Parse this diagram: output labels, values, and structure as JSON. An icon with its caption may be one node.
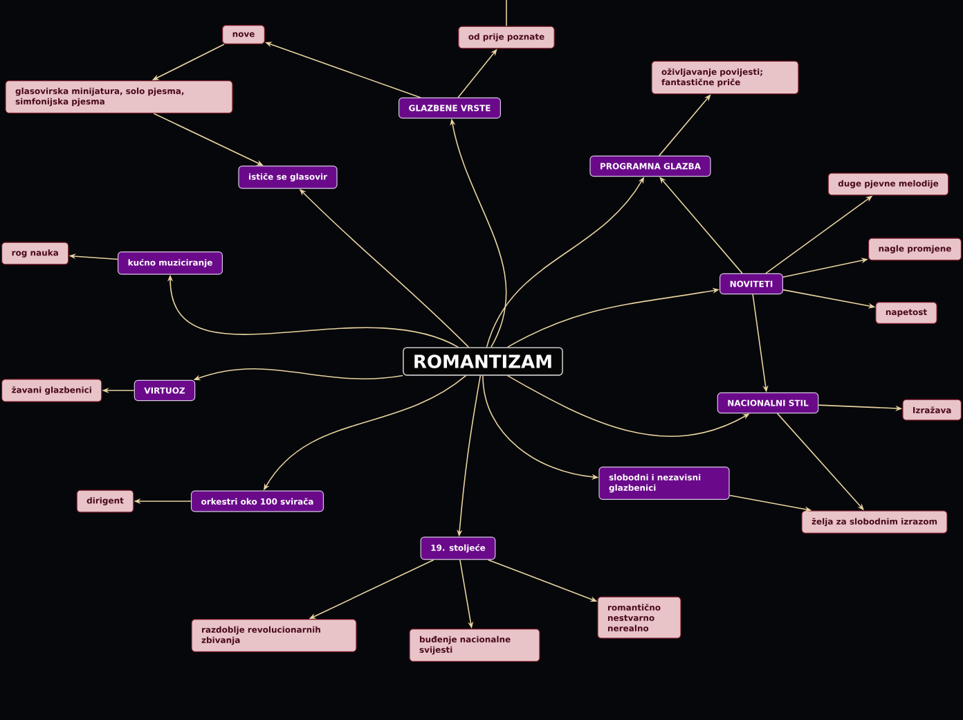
{
  "diagram": {
    "nodes": [
      {
        "text": [
          "ROMANTIZAM"
        ]
      },
      {
        "text": [
          "GLAZBENE VRSTE"
        ]
      },
      {
        "text": [
          "od prije poznate"
        ]
      },
      {
        "text": [
          "nove"
        ]
      },
      {
        "text": [
          "glasovirska minijatura, solo pjesma, simfonijska pjesma"
        ]
      },
      {
        "text": [
          "ističe se glasovir"
        ]
      },
      {
        "text": [
          "PROGRAMNA GLAZBA"
        ]
      },
      {
        "text": [
          "oživljavanje povijesti; fantastične priče"
        ]
      },
      {
        "text": [
          "NOVITETI"
        ]
      },
      {
        "text": [
          "duge pjevne melodije"
        ]
      },
      {
        "text": [
          "nagle promjene"
        ]
      },
      {
        "text": [
          "napetost"
        ]
      },
      {
        "text": [
          "kućno muziciranje"
        ]
      },
      {
        "text": [
          "rog nauka"
        ]
      },
      {
        "text": [
          "VIRTUOZ"
        ]
      },
      {
        "text": [
          "žavani glazbenici"
        ]
      },
      {
        "text": [
          "NACIONALNI STIL"
        ]
      },
      {
        "text": [
          "Izražava"
        ]
      },
      {
        "text": [
          "slobodni i nezavisni glazbenici"
        ]
      },
      {
        "text": [
          "želja za slobodnim izrazom"
        ]
      },
      {
        "text": [
          "orkestri oko 100 svirača"
        ]
      },
      {
        "text": [
          "dirigent"
        ]
      },
      {
        "text": [
          "19. stoljeće"
        ]
      },
      {
        "text": [
          "razdoblje revolucionarnih zbivanja"
        ]
      },
      {
        "text": [
          "buđenje nacionalne svijesti"
        ]
      },
      {
        "text": [
          "romantično nestvarno nerealno"
        ]
      }
    ],
    "edges": [
      {
        "from": 0,
        "to": 1,
        "arrow": "to"
      },
      {
        "from": 1,
        "to": 2,
        "arrow": "to"
      },
      {
        "from": 2,
        "to": null,
        "arrow": "none"
      },
      {
        "from": 1,
        "to": 3,
        "arrow": "to"
      },
      {
        "from": 3,
        "to": 4,
        "arrow": "to"
      },
      {
        "from": 4,
        "to": 5,
        "arrow": "to"
      },
      {
        "from": 0,
        "to": 5,
        "arrow": "to"
      },
      {
        "from": 0,
        "to": 6,
        "arrow": "to"
      },
      {
        "from": 6,
        "to": 7,
        "arrow": "to"
      },
      {
        "from": 0,
        "to": 8,
        "arrow": "to"
      },
      {
        "from": 8,
        "to": 6,
        "arrow": "to"
      },
      {
        "from": 8,
        "to": 9,
        "arrow": "to"
      },
      {
        "from": 8,
        "to": 10,
        "arrow": "to"
      },
      {
        "from": 8,
        "to": 11,
        "arrow": "to"
      },
      {
        "from": 0,
        "to": 12,
        "arrow": "to"
      },
      {
        "from": 12,
        "to": 13,
        "arrow": "to"
      },
      {
        "from": 0,
        "to": 14,
        "arrow": "to"
      },
      {
        "from": 14,
        "to": 15,
        "arrow": "to"
      },
      {
        "from": 8,
        "to": 16,
        "arrow": "to"
      },
      {
        "from": 0,
        "to": 16,
        "arrow": "to"
      },
      {
        "from": 16,
        "to": 17,
        "arrow": "to"
      },
      {
        "from": 16,
        "to": 19,
        "arrow": "to"
      },
      {
        "from": 0,
        "to": 18,
        "arrow": "to"
      },
      {
        "from": 18,
        "to": 19,
        "arrow": "to"
      },
      {
        "from": 0,
        "to": 20,
        "arrow": "to"
      },
      {
        "from": 20,
        "to": 21,
        "arrow": "to"
      },
      {
        "from": 0,
        "to": 22,
        "arrow": "to"
      },
      {
        "from": 22,
        "to": 23,
        "arrow": "to"
      },
      {
        "from": 22,
        "to": 24,
        "arrow": "to"
      },
      {
        "from": 22,
        "to": 25,
        "arrow": "to"
      }
    ]
  }
}
